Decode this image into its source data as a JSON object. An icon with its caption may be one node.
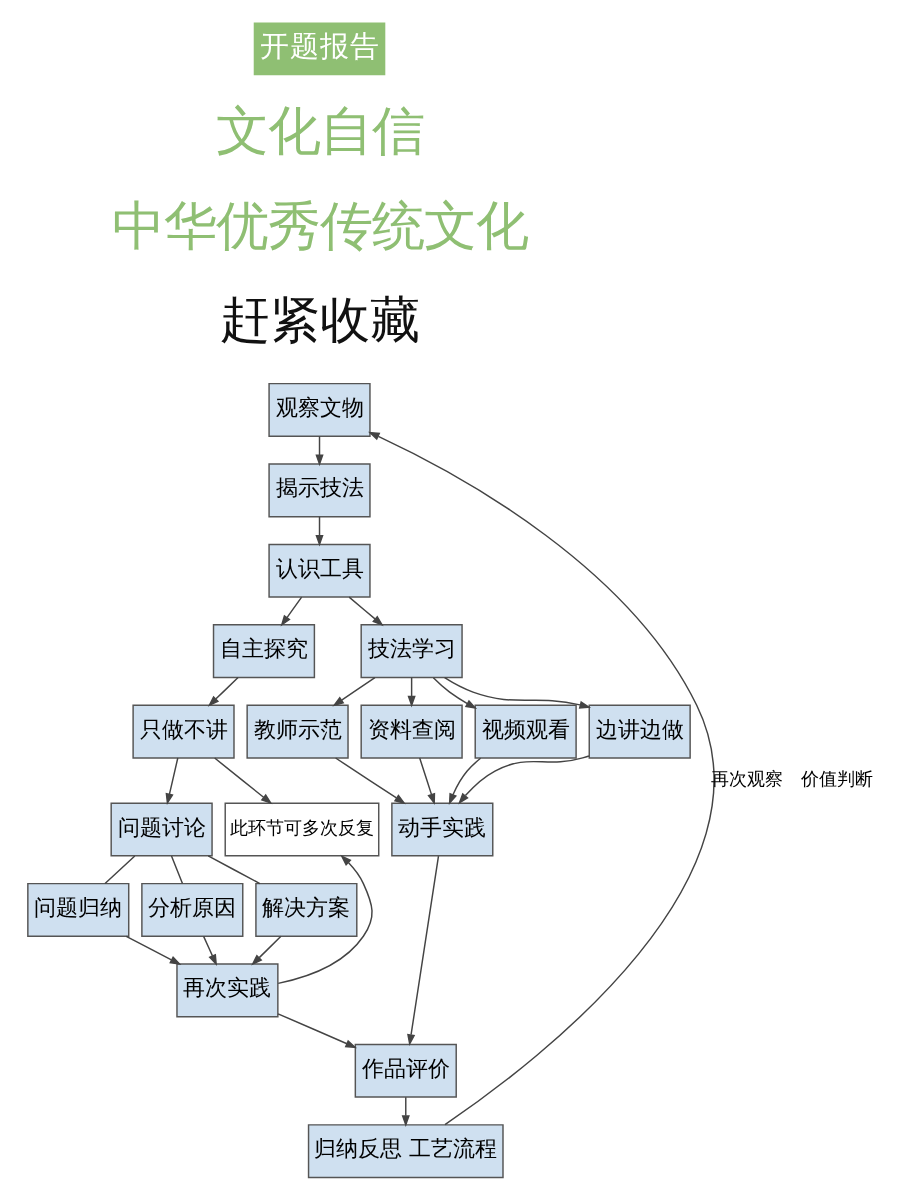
{
  "diagram": {
    "nodes": [
      {
        "text": [
          "观察文物"
        ]
      },
      {
        "text": [
          "揭示技法"
        ]
      },
      {
        "text": [
          "认识工具"
        ]
      },
      {
        "text": [
          "自主探究"
        ]
      },
      {
        "text": [
          "技法学习"
        ]
      },
      {
        "text": [
          "只做不讲"
        ]
      },
      {
        "text": [
          "问题讨论"
        ]
      },
      {
        "text": [
          "此环节可多次反复"
        ]
      },
      {
        "text": [
          "问题归纳"
        ]
      },
      {
        "text": [
          "分析原因"
        ]
      },
      {
        "text": [
          "解决方案"
        ]
      },
      {
        "text": [
          "再次实践"
        ]
      },
      {
        "text": [
          "教师示范"
        ]
      },
      {
        "text": [
          "资料查阅"
        ]
      },
      {
        "text": [
          "视频观看"
        ]
      },
      {
        "text": [
          "边讲边做"
        ]
      },
      {
        "text": [
          "动手实践"
        ]
      },
      {
        "text": [
          "作品评价"
        ]
      },
      {
        "text": [
          "归纳反思 工艺流程"
        ]
      }
    ],
    "edges": [
      {
        "from": 0,
        "to": 1,
        "arrow": "to"
      },
      {
        "from": 1,
        "to": 2,
        "arrow": "to"
      },
      {
        "from": 2,
        "to": 3,
        "arrow": "to"
      },
      {
        "from": 2,
        "to": 4,
        "arrow": "to"
      },
      {
        "from": 3,
        "to": 5,
        "arrow": "to"
      },
      {
        "from": 5,
        "to": 6,
        "arrow": "to"
      },
      {
        "from": 5,
        "to": 7,
        "arrow": "to"
      },
      {
        "from": 6,
        "to": 8,
        "arrow": "none"
      },
      {
        "from": 6,
        "to": 9,
        "arrow": "none"
      },
      {
        "from": 6,
        "to": 10,
        "arrow": "none"
      },
      {
        "from": 8,
        "to": 11,
        "arrow": "to"
      },
      {
        "from": 9,
        "to": 11,
        "arrow": "to"
      },
      {
        "from": 10,
        "to": 11,
        "arrow": "to"
      },
      {
        "from": 11,
        "to": 7,
        "arrow": "to"
      },
      {
        "from": 4,
        "to": 12,
        "arrow": "to"
      },
      {
        "from": 4,
        "to": 13,
        "arrow": "to"
      },
      {
        "from": 4,
        "to": 14,
        "arrow": "to"
      },
      {
        "from": 4,
        "to": 15,
        "arrow": "to"
      },
      {
        "from": 12,
        "to": 16,
        "arrow": "to"
      },
      {
        "from": 13,
        "to": 16,
        "arrow": "to"
      },
      {
        "from": 14,
        "to": 16,
        "arrow": "to"
      },
      {
        "from": 15,
        "to": 16,
        "arrow": "to"
      },
      {
        "from": 16,
        "to": 17,
        "arrow": "to"
      },
      {
        "from": 11,
        "to": 17,
        "arrow": "to"
      },
      {
        "from": 17,
        "to": 18,
        "arrow": "to"
      },
      {
        "from": 18,
        "to": 0,
        "arrow": "to",
        "label": "再次观察　价值判断"
      }
    ],
    "labels": [
      "开题报告",
      "文化自信",
      "中华优秀传统文化",
      "赶紧收藏"
    ]
  }
}
